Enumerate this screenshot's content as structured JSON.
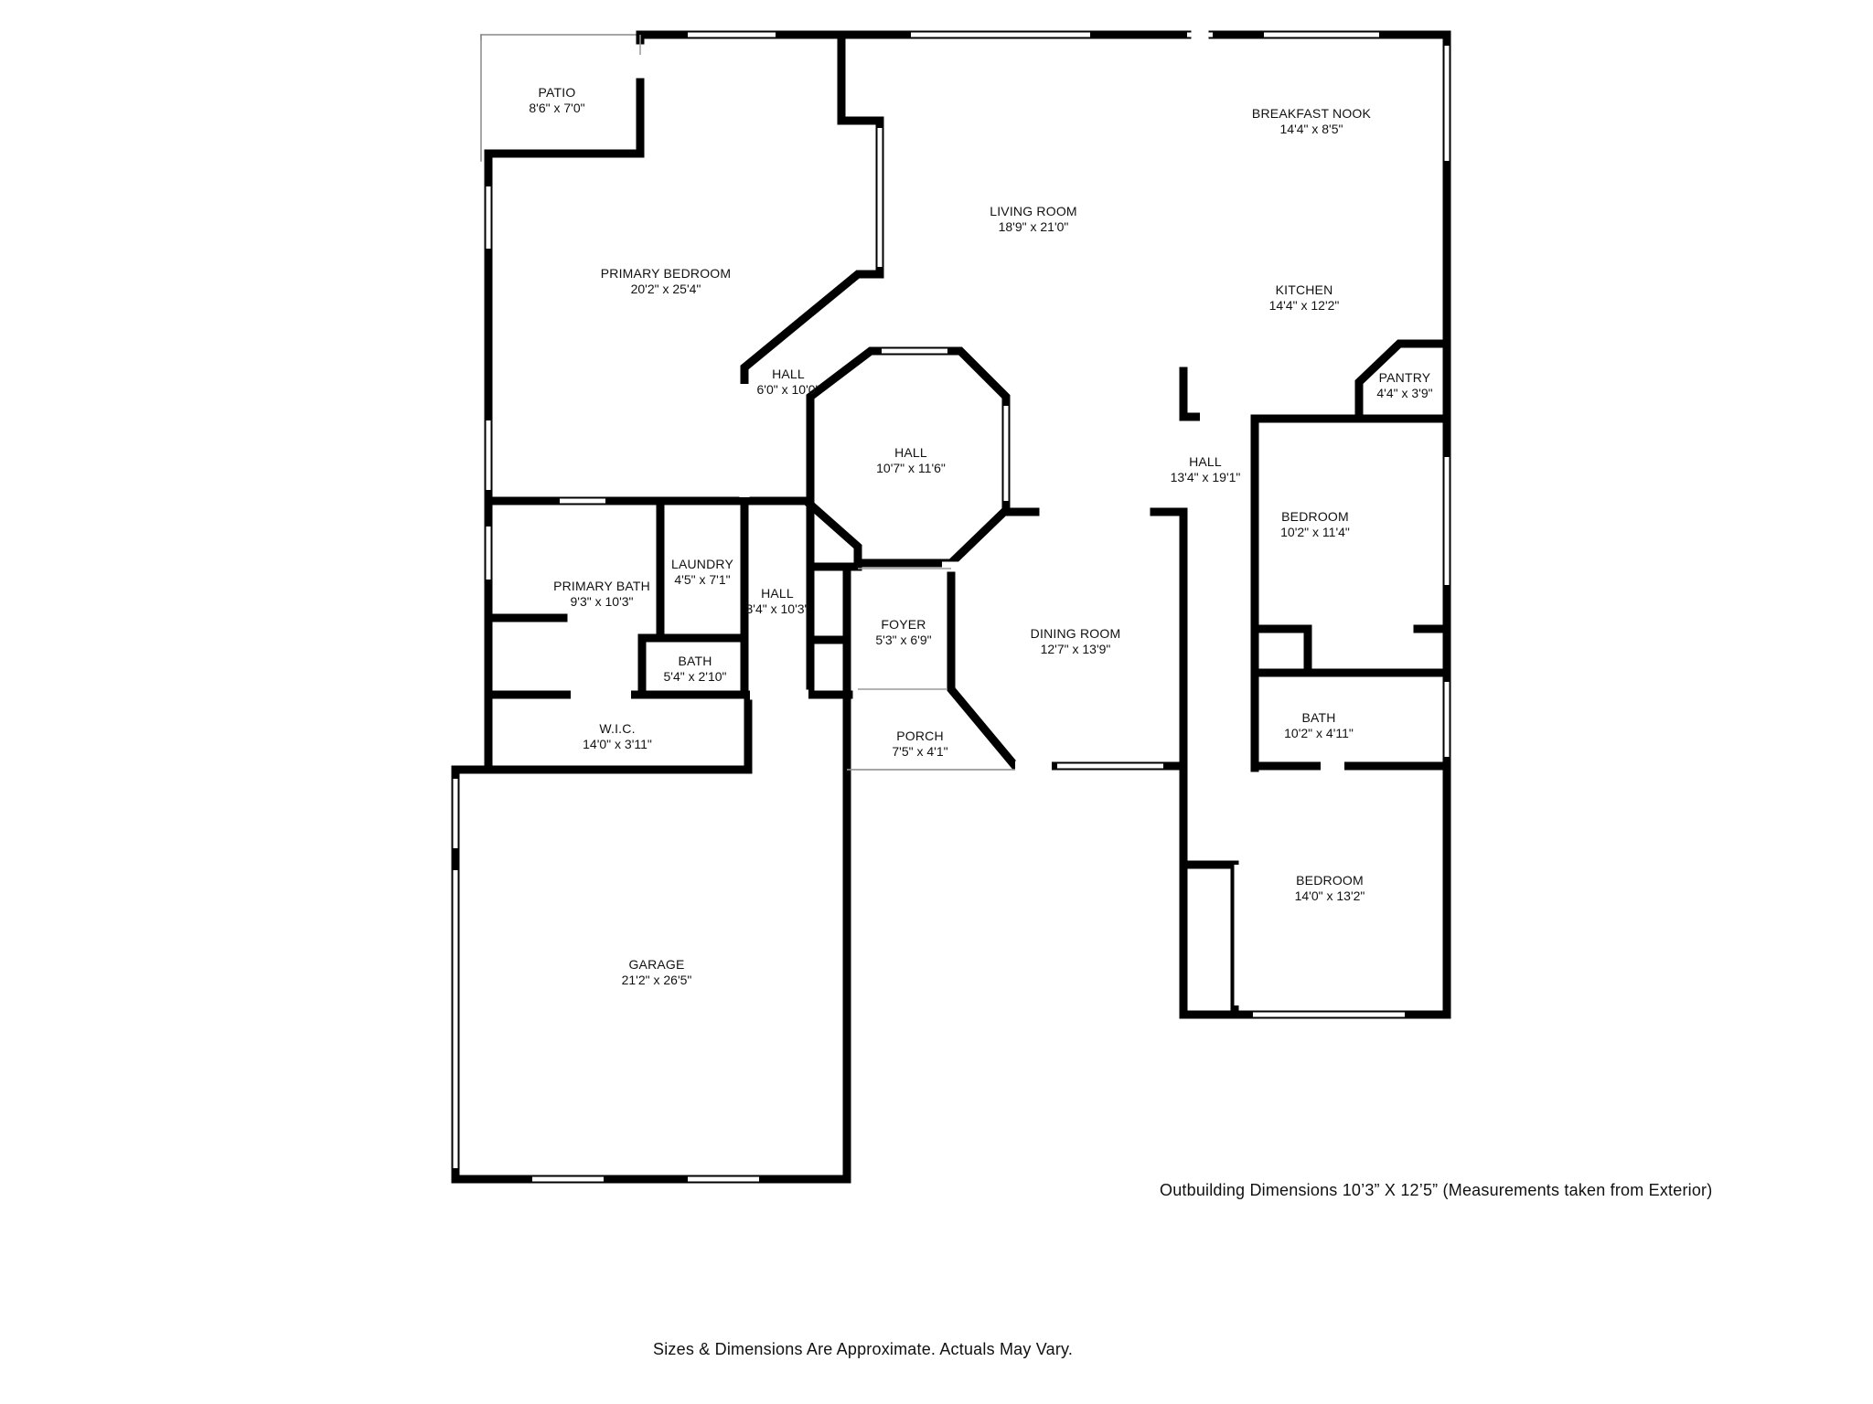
{
  "rooms": [
    {
      "name": "PATIO",
      "dims": "8'6\" x 7'0\""
    },
    {
      "name": "PRIMARY BEDROOM",
      "dims": "20'2\" x 25'4\""
    },
    {
      "name": "LIVING ROOM",
      "dims": "18'9\" x 21'0\""
    },
    {
      "name": "BREAKFAST NOOK",
      "dims": "14'4\" x 8'5\""
    },
    {
      "name": "KITCHEN",
      "dims": "14'4\" x 12'2\""
    },
    {
      "name": "PANTRY",
      "dims": "4'4\" x 3'9\""
    },
    {
      "name": "HALL",
      "dims": "6'0\" x 10'0\""
    },
    {
      "name": "HALL",
      "dims": "10'7\" x 11'6\""
    },
    {
      "name": "HALL",
      "dims": "13'4\" x 19'1\""
    },
    {
      "name": "BEDROOM",
      "dims": "10'2\" x 11'4\""
    },
    {
      "name": "PRIMARY BATH",
      "dims": "9'3\" x 10'3\""
    },
    {
      "name": "LAUNDRY",
      "dims": "4'5\" x 7'1\""
    },
    {
      "name": "HALL",
      "dims": "3'4\" x 10'3\""
    },
    {
      "name": "FOYER",
      "dims": "5'3\" x 6'9\""
    },
    {
      "name": "DINING ROOM",
      "dims": "12'7\" x 13'9\""
    },
    {
      "name": "BATH",
      "dims": "5'4\" x 2'10\""
    },
    {
      "name": "BATH",
      "dims": "10'2\" x 4'11\""
    },
    {
      "name": "W.I.C.",
      "dims": "14'0\" x 3'11\""
    },
    {
      "name": "PORCH",
      "dims": "7'5\" x 4'1\""
    },
    {
      "name": "BEDROOM",
      "dims": "14'0\" x 13'2\""
    },
    {
      "name": "GARAGE",
      "dims": "21'2\" x 26'5\""
    }
  ],
  "notes": {
    "outbuilding": "Outbuilding Dimensions 10’3” X 12’5” (Measurements taken from Exterior)",
    "disclaimer": "Sizes & Dimensions Are Approximate.  Actuals May Vary."
  },
  "colors": {
    "wall": "#000000",
    "window": "#ffffff",
    "background": "#ffffff"
  }
}
